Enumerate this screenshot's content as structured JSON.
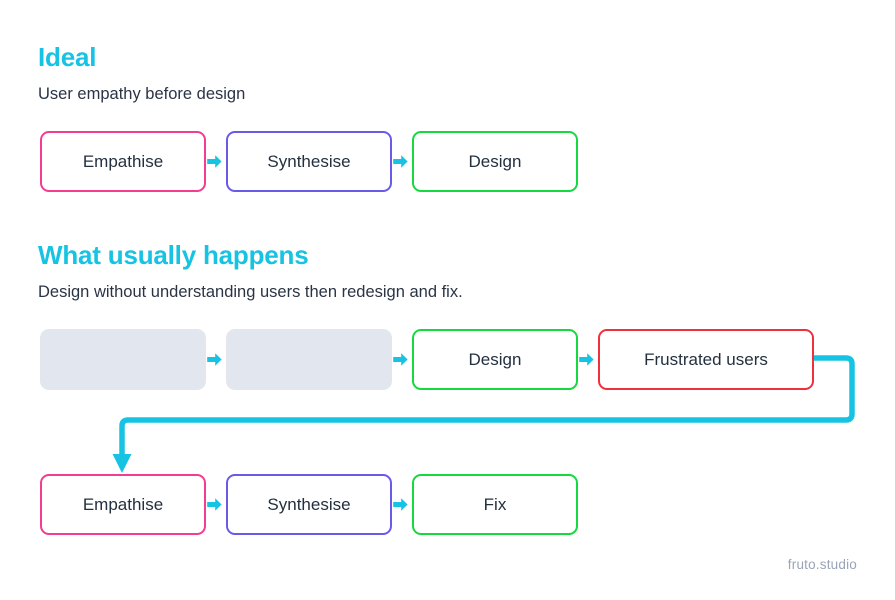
{
  "diagram": {
    "type": "flow-diagram",
    "background_color": "#ffffff",
    "colors": {
      "accent_cyan": "#16c3e2",
      "pink": "#f23d90",
      "purple": "#6a5ae9",
      "green": "#15d93e",
      "red": "#f1303e",
      "placeholder_gray": "#e2e6ef",
      "text_dark": "#23303f",
      "footer_gray": "#9aa4b8"
    },
    "sections": [
      {
        "title": "Ideal",
        "subtitle": "User empathy before design",
        "steps": [
          {
            "label": "Empathise",
            "style": "pink"
          },
          {
            "label": "Synthesise",
            "style": "purple"
          },
          {
            "label": "Design",
            "style": "green"
          }
        ]
      },
      {
        "title": "What usually happens",
        "subtitle": "Design without understanding users then redesign and fix.",
        "row_one": [
          {
            "label": "",
            "style": "blank"
          },
          {
            "label": "",
            "style": "blank"
          },
          {
            "label": "Design",
            "style": "green"
          },
          {
            "label": "Frustrated users",
            "style": "red"
          }
        ],
        "row_two": [
          {
            "label": "Empathise",
            "style": "pink"
          },
          {
            "label": "Synthesise",
            "style": "purple"
          },
          {
            "label": "Fix",
            "style": "green"
          }
        ],
        "loop_arrow": {
          "name": "feedback-loop-arrow",
          "color": "#16c3e2",
          "from": "Frustrated users",
          "to": "Empathise"
        }
      }
    ],
    "connector_icon": "arrow-right-icon",
    "footer": "fruto.studio"
  }
}
